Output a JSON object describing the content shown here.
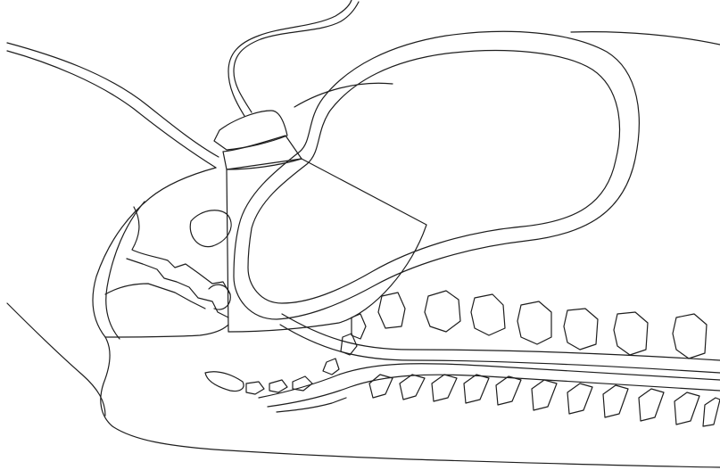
{
  "colors": {
    "background": "#ffffff",
    "outline": "#1e1e1e"
  },
  "diagram": {
    "parts": [
      "body-outline",
      "ultrasound-probe",
      "probe-cable",
      "scan-sector",
      "bladder-outer-wall",
      "bladder-inner-wall",
      "pubic-bone",
      "sacral-bone",
      "vertebral-bodies",
      "spinal-canal",
      "spinous-processes",
      "coccyx"
    ]
  }
}
